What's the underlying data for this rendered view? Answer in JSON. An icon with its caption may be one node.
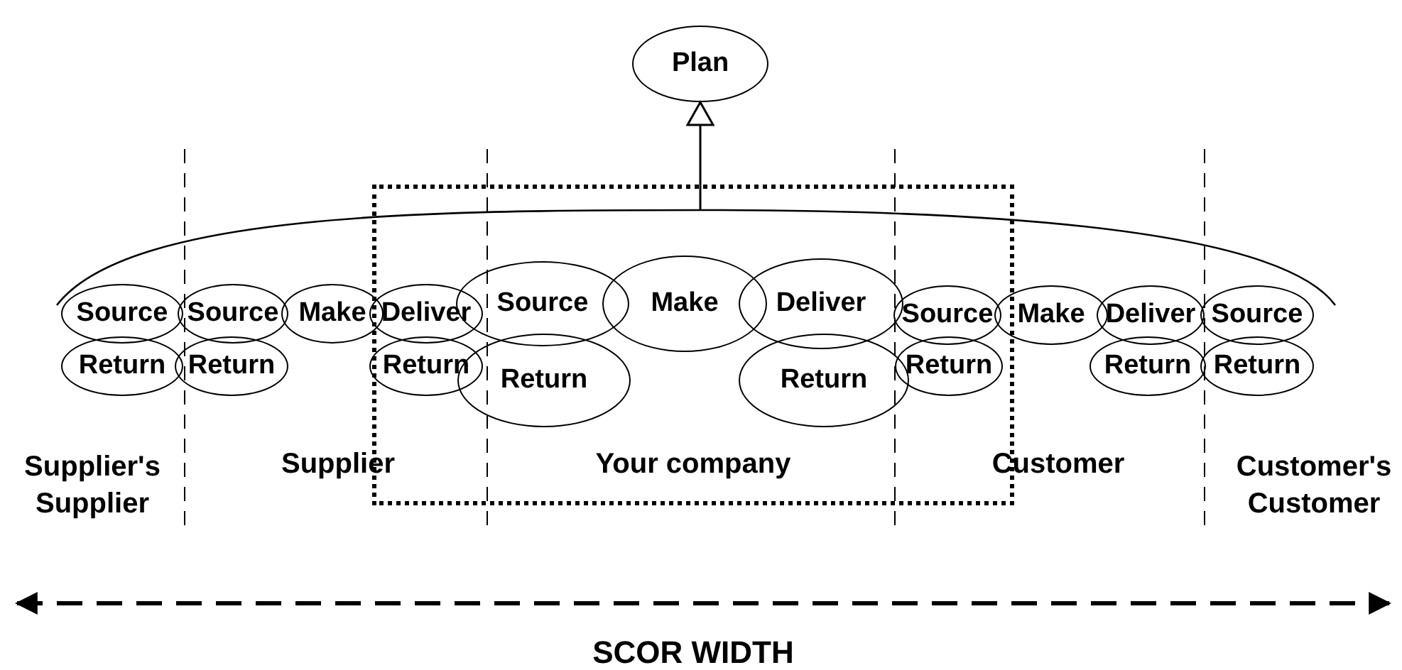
{
  "diagram": {
    "nodes": [
      {
        "text": [
          "Plan"
        ]
      },
      {
        "text": [
          "Source"
        ]
      },
      {
        "text": [
          "Source"
        ]
      },
      {
        "text": [
          "Make"
        ]
      },
      {
        "text": [
          "Deliver"
        ],
        "in": 20
      },
      {
        "text": [
          "Source"
        ],
        "in": 20
      },
      {
        "text": [
          "Make"
        ],
        "in": 20
      },
      {
        "text": [
          "Deliver"
        ],
        "in": 20
      },
      {
        "text": [
          "Source"
        ],
        "in": 20
      },
      {
        "text": [
          "Make"
        ]
      },
      {
        "text": [
          "Deliver"
        ]
      },
      {
        "text": [
          "Source"
        ]
      },
      {
        "text": [
          "Return"
        ]
      },
      {
        "text": [
          "Return"
        ]
      },
      {
        "text": [
          "Return"
        ],
        "in": 20
      },
      {
        "text": [
          "Return"
        ],
        "in": 20
      },
      {
        "text": [
          "Return"
        ],
        "in": 20
      },
      {
        "text": [
          "Return"
        ],
        "in": 20
      },
      {
        "text": [
          "Return"
        ]
      },
      {
        "text": [
          "Return"
        ]
      },
      {
        "text": [
          "Your company"
        ]
      },
      {
        "text": [],
        "shape": "arc"
      }
    ],
    "edges": [
      {
        "from": 21,
        "to": 0,
        "arrow": "to"
      }
    ],
    "labels": [
      "Supplier's Supplier",
      "Supplier",
      "Customer",
      "Customer's Customer",
      "SCOR WIDTH"
    ]
  }
}
